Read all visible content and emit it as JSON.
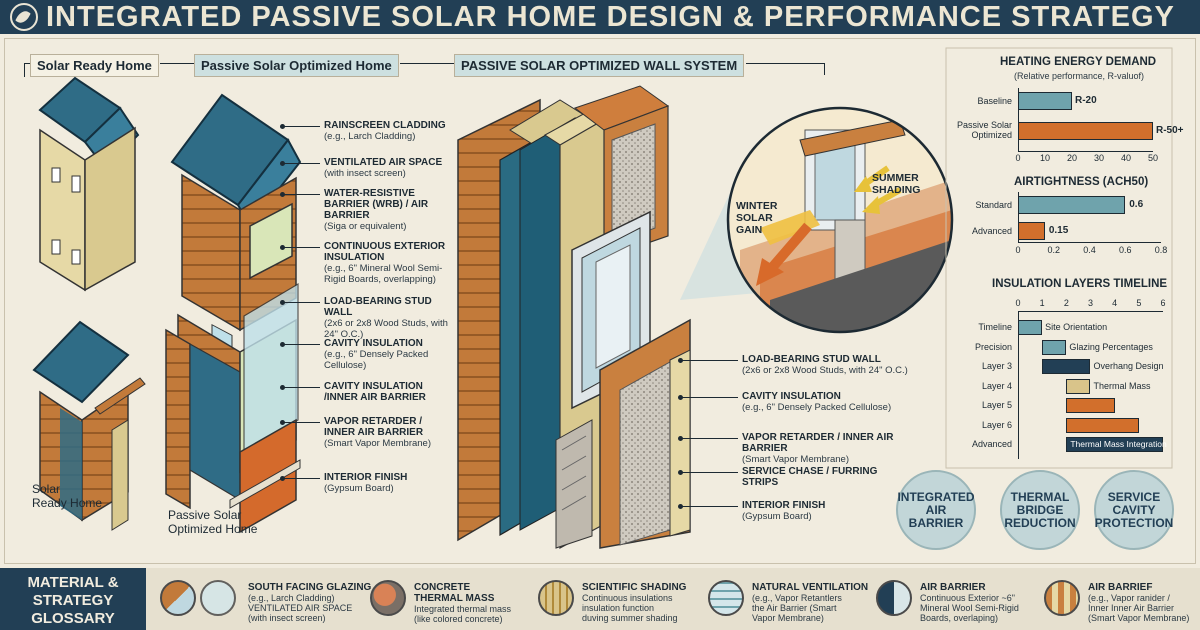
{
  "header": {
    "title": "INTEGRATED PASSIVE SOLAR HOME DESIGN & PERFORMANCE STRATEGY"
  },
  "sections": {
    "solar_ready": "Solar Ready Home",
    "passive_optimized": "Passive Solar Optimized Home",
    "wall_system": "PASSIVE SOLAR OPTIMIZED WALL SYSTEM"
  },
  "captions": {
    "solar_ready": "Solar\nReady Home",
    "passive_optimized": "Passive Solar\nOptimized Home"
  },
  "wall_layers_left": [
    {
      "title": "RAINSCREEN CLADDING",
      "sub": "(e.g., Larch Cladding)"
    },
    {
      "title": "VENTILATED AIR SPACE",
      "sub": "(with insect screen)"
    },
    {
      "title": "WATER-RESISTIVE BARRIER (WRB) / AIR BARRIER",
      "sub": "(Siga or equivalent)"
    },
    {
      "title": "CONTINUOUS EXTERIOR INSULATION",
      "sub": "(e.g., 6\" Mineral Wool Semi-Rigid Boards, overlapping)"
    },
    {
      "title": "LOAD-BEARING STUD WALL",
      "sub": "(2x6 or 2x8 Wood Studs, with 24\" O.C.)"
    },
    {
      "title": "CAVITY INSULATION",
      "sub": "(e.g., 6\" Densely Packed Cellulose)"
    },
    {
      "title": "CAVITY INSULATION /INNER AIR BARRIER",
      "sub": ""
    },
    {
      "title": "VAPOR RETARDER / INNER AIR BARRIER",
      "sub": "(Smart Vapor Membrane)"
    },
    {
      "title": "INTERIOR FINISH",
      "sub": "(Gypsum Board)"
    }
  ],
  "wall_layers_right": [
    {
      "title": "LOAD-BEARING STUD WALL",
      "sub": "(2x6 or 2x8 Wood Studs, with 24\" O.C.)"
    },
    {
      "title": "CAVITY INSULATION",
      "sub": "(e.g., 6\" Densely Packed Cellulose)"
    },
    {
      "title": "VAPOR RETARDER / INNER AIR BARRIER",
      "sub": "(Smart Vapor Membrane)"
    },
    {
      "title": "SERVICE CHASE / FURRING STRIPS",
      "sub": ""
    },
    {
      "title": "INTERIOR FINISH",
      "sub": "(Gypsum Board)"
    }
  ],
  "detail": {
    "winter": "WINTER\nSOLAR\nGAIN",
    "summer": "SUMMER\nSHADING"
  },
  "badges": [
    "INTEGRATED AIR BARRIER",
    "THERMAL BRIDGE REDUCTION",
    "SERVICE CAVITY PROTECTION"
  ],
  "colors": {
    "navy": "#223f55",
    "teal_bar": "#6fa3ac",
    "orange_bar": "#d26f2c",
    "tan_bar": "#d9c48a",
    "wood": "#c9803f",
    "roof": "#2f6c86"
  },
  "chart_data": [
    {
      "type": "bar",
      "title": "HEATING ENERGY DEMAND",
      "subtitle": "(Relative performance, R-valuof)",
      "categories": [
        "Baseline",
        "Passive Solar Optimized"
      ],
      "values": [
        20,
        50
      ],
      "data_labels": [
        "R-20",
        "R-50+"
      ],
      "xlim": [
        0,
        50
      ],
      "ticks": [
        "0",
        "10",
        "20",
        "30",
        "40",
        "50"
      ]
    },
    {
      "type": "bar",
      "title": "AIRTIGHTNESS (ACH50)",
      "categories": [
        "Standard",
        "Advanced"
      ],
      "values": [
        0.6,
        0.15
      ],
      "data_labels": [
        "0.6",
        "0.15"
      ],
      "xlim": [
        0,
        0.8
      ],
      "ticks": [
        "0",
        "0.2",
        "0.4",
        "0.6",
        "0.8"
      ]
    },
    {
      "type": "bar",
      "title": "INSULATION LAYERS TIMELINE",
      "categories": [
        "Timeline",
        "Precision",
        "Layer 3",
        "Layer 4",
        "Layer 5",
        "Layer 6",
        "Advanced"
      ],
      "ranges": [
        [
          0,
          1
        ],
        [
          1,
          2
        ],
        [
          1,
          3
        ],
        [
          2,
          3
        ],
        [
          2,
          4
        ],
        [
          2,
          5
        ],
        [
          2,
          6
        ]
      ],
      "labels": [
        "Site Orientation",
        "Glazing Percentages",
        "Overhang Design",
        "Thermal Mass",
        "",
        "",
        "Thermal Mass Integration"
      ],
      "xlim": [
        0,
        6
      ],
      "ticks": [
        "0",
        "1",
        "2",
        "3",
        "4",
        "5",
        "6"
      ]
    }
  ],
  "glossary": {
    "heading": "MATERIAL &\nSTRATEGY\nGLOSSARY",
    "items": [
      {
        "title": "SOUTH FACING GLAZING",
        "desc": "(e.g., Larch Cladding)\nVENTILATED AIR SPACE\n(with insect screen)",
        "icon": "glazing-icon"
      },
      {
        "title": "CONCRETE\nTHERMAL MASS",
        "desc": "Integrated thermal mass\n(like colored concrete)",
        "icon": "concrete-icon"
      },
      {
        "title": "SCIENTIFIC SHADING",
        "desc": "Continuous insulations\ninsulation function\nduving summer shading",
        "icon": "shading-icon"
      },
      {
        "title": "NATURAL VENTILATION",
        "desc": "(e.g., Vapor Retantlers\nthe Air Barrier (Smart\nVapor Membrane)",
        "icon": "ventilation-icon"
      },
      {
        "title": "AIR BARRIER",
        "desc": "Continuous Exterior ~6\"\nMineral Wool Semi-Rigid\nBoards, overlaping)",
        "icon": "air-barrier-icon"
      },
      {
        "title": "AIR BARRIEF",
        "desc": "(e.g., Vapor ranider /\nInner Inner Air Barrier\n(Smart Vapor Membrane)",
        "icon": "air-barrier-layers-icon"
      }
    ]
  }
}
